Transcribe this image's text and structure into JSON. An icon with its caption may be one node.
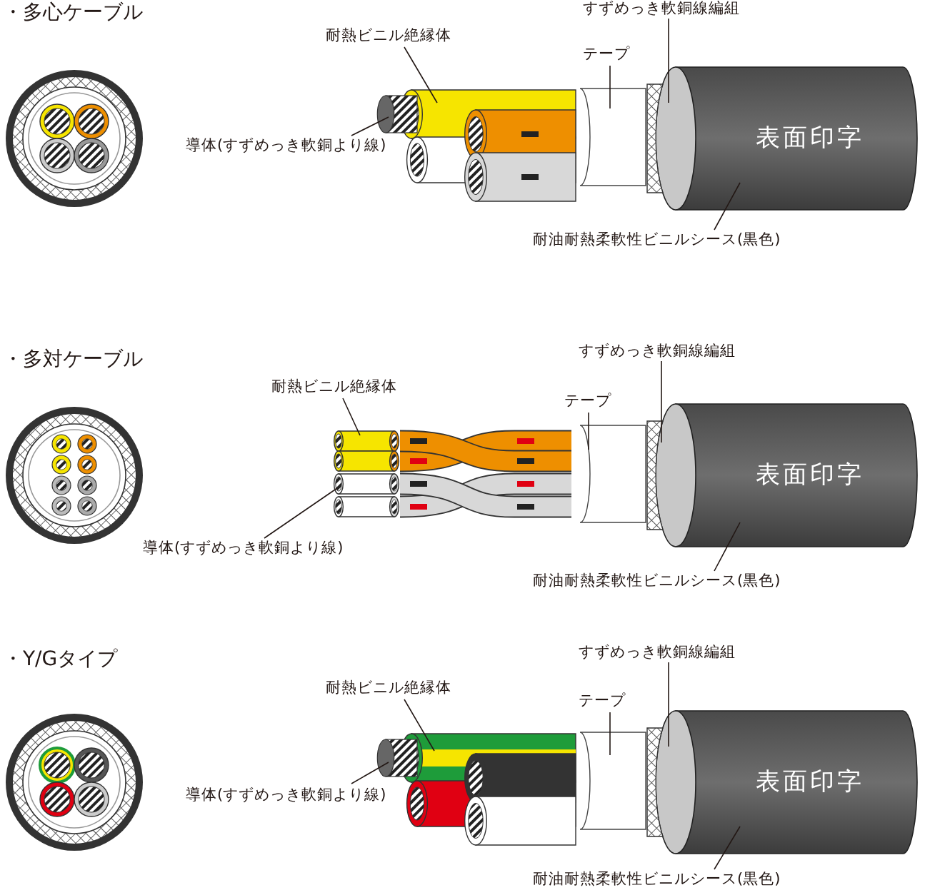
{
  "diagram": {
    "nodes": [
      {
        "text": [
          "すずめっき軟銅線編組"
        ]
      },
      {
        "text": [
          "耐熱ビニル絶縁体"
        ]
      },
      {
        "text": [
          "テープ"
        ]
      },
      {
        "text": [
          "導体(すずめっき軟銅より線)"
        ]
      },
      {
        "text": [
          "耐油耐熱柔軟性ビニルシース(黒色)"
        ]
      },
      {
        "text": [],
        "shape": "cylinder"
      },
      {
        "text": [],
        "shape": "cylinder"
      },
      {
        "text": [],
        "shape": "cylinder"
      },
      {
        "text": [],
        "shape": "cylinder"
      },
      {
        "text": [],
        "shape": "cylinder"
      },
      {
        "text": [
          "すずめっき軟銅線編組"
        ]
      },
      {
        "text": [
          "耐熱ビニル絶縁体"
        ]
      },
      {
        "text": [
          "テープ"
        ]
      },
      {
        "text": [
          "導体(すずめっき軟銅より線)"
        ]
      },
      {
        "text": [
          "耐油耐熱柔軟性ビニルシース(黒色)"
        ]
      },
      {
        "text": [],
        "shape": "cylinder"
      },
      {
        "text": [],
        "shape": "cylinder"
      },
      {
        "text": [],
        "shape": "cylinder"
      },
      {
        "text": [],
        "shape": "cylinder"
      },
      {
        "text": [],
        "shape": "cylinder"
      },
      {
        "text": [
          "すずめっき軟銅線編組"
        ]
      },
      {
        "text": [
          "耐熱ビニル絶縁体"
        ]
      },
      {
        "text": [
          "テープ"
        ]
      },
      {
        "text": [
          "導体(すずめっき軟銅より線)"
        ]
      },
      {
        "text": [
          "耐油耐熱柔軟性ビニルシース(黒色)"
        ]
      },
      {
        "text": [],
        "shape": "cylinder"
      },
      {
        "text": [],
        "shape": "cylinder"
      },
      {
        "text": [],
        "shape": "cylinder"
      },
      {
        "text": [],
        "shape": "cylinder"
      },
      {
        "text": [],
        "shape": "cylinder"
      }
    ],
    "edges": [
      {
        "from": 0,
        "to": 8,
        "arrow": "none"
      },
      {
        "from": 1,
        "to": 6,
        "arrow": "none"
      },
      {
        "from": 2,
        "to": 7,
        "arrow": "none"
      },
      {
        "from": 3,
        "to": 5,
        "arrow": "none"
      },
      {
        "from": 4,
        "to": 9,
        "arrow": "none"
      },
      {
        "from": 10,
        "to": 18,
        "arrow": "none"
      },
      {
        "from": 11,
        "to": 16,
        "arrow": "none"
      },
      {
        "from": 12,
        "to": 17,
        "arrow": "none"
      },
      {
        "from": 13,
        "to": 15,
        "arrow": "none"
      },
      {
        "from": 14,
        "to": 19,
        "arrow": "none"
      },
      {
        "from": 20,
        "to": 28,
        "arrow": "none"
      },
      {
        "from": 21,
        "to": 26,
        "arrow": "none"
      },
      {
        "from": 22,
        "to": 27,
        "arrow": "none"
      },
      {
        "from": 23,
        "to": 25,
        "arrow": "none"
      },
      {
        "from": 24,
        "to": 29,
        "arrow": "none"
      }
    ],
    "labels": [
      "・多心ケーブル",
      "表面印字",
      "・多対ケーブル",
      "表面印字",
      "・Y/Gタイプ",
      "表面印字"
    ]
  }
}
